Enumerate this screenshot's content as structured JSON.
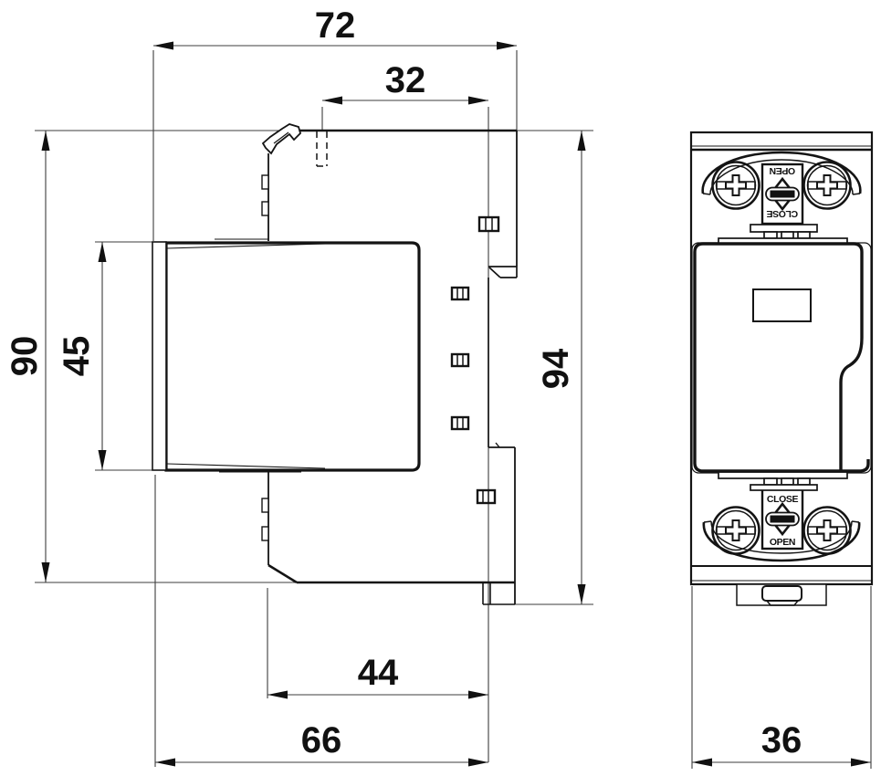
{
  "drawing": {
    "side_view": {
      "dims": {
        "overall_depth": "72",
        "din_offset": "32",
        "overall_height": "90",
        "module_height": "45",
        "height_with_clip": "94",
        "rear_depth": "44",
        "body_depth": "66"
      }
    },
    "front_view": {
      "dims": {
        "width": "36"
      },
      "slider_labels": {
        "open": "OPEN",
        "close": "CLOSE"
      }
    },
    "colors": {
      "line": "#141414",
      "dimension": "#3d3d3d",
      "background": "#ffffff"
    }
  }
}
